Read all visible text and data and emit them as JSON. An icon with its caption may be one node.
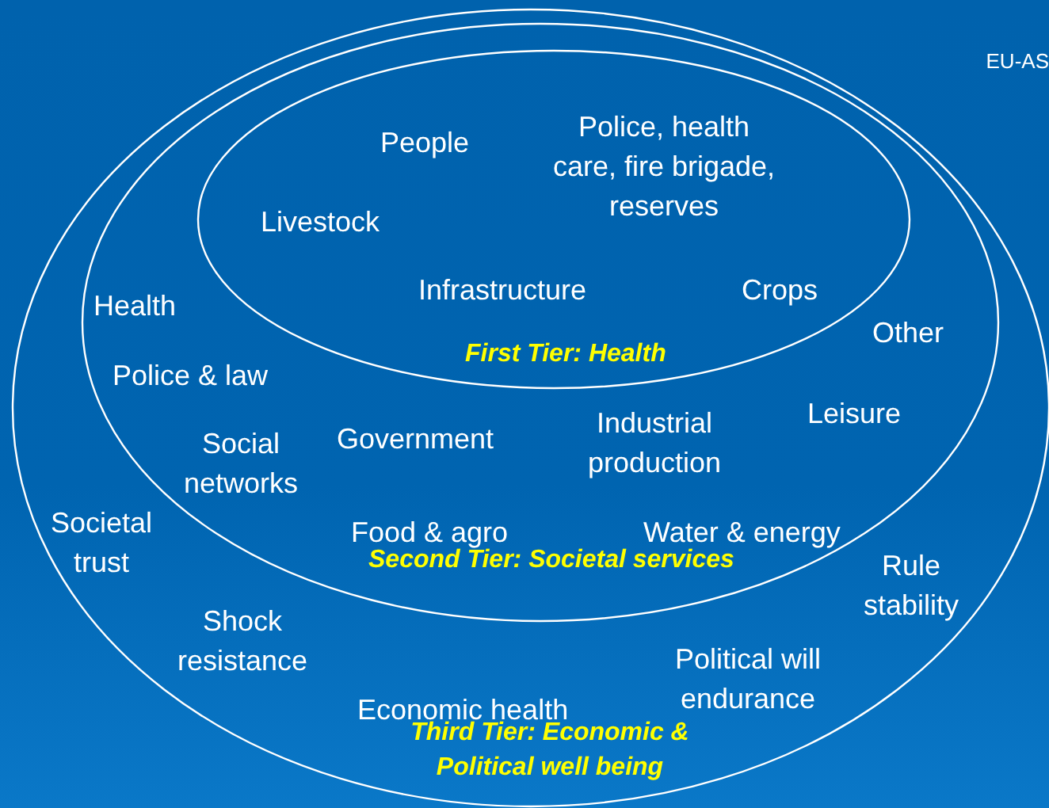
{
  "diagram": {
    "nodes": [
      {
        "text": [
          "Societal trust",
          "Rule stability",
          "Shock resistance",
          "Political will endurance",
          "Economic health",
          "Third Tier: Economic & Political well being"
        ]
      },
      {
        "text": [
          "Health",
          "Police & law",
          "Other",
          "Social networks",
          "Government",
          "Industrial production",
          "Leisure",
          "Food & agro",
          "Water & energy",
          "Second Tier: Societal services"
        ],
        "in": 0
      },
      {
        "text": [
          "People",
          "Police, health care, fire brigade, reserves",
          "Livestock",
          "Infrastructure",
          "Crops",
          "First Tier: Health"
        ],
        "in": 1
      }
    ],
    "labels": [
      "EU-AS"
    ]
  }
}
